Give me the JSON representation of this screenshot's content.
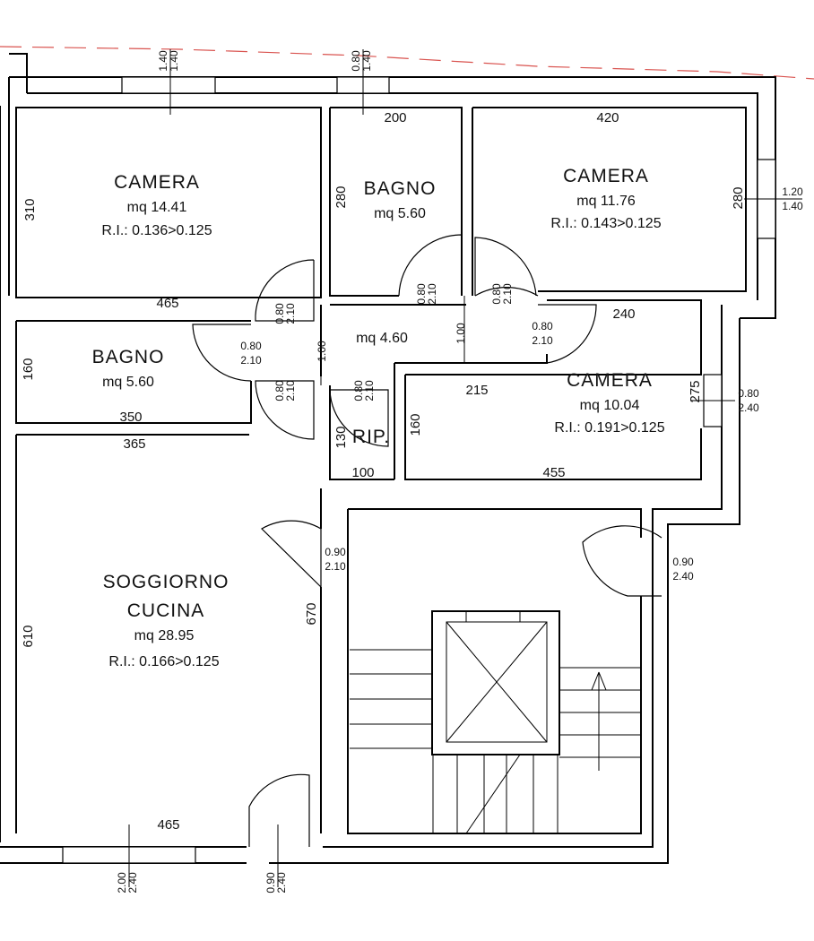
{
  "rooms": {
    "camera_nw": {
      "name": "CAMERA",
      "area": "mq  14.41",
      "ri": "R.I.: 0.136>0.125"
    },
    "bagno_n": {
      "name": "BAGNO",
      "area": "mq  5.60"
    },
    "camera_ne": {
      "name": "CAMERA",
      "area": "mq  11.76",
      "ri": "R.I.: 0.143>0.125"
    },
    "bagno_w": {
      "name": "BAGNO",
      "area": "mq  5.60"
    },
    "corridor": {
      "area": "mq  4.60"
    },
    "camera_e": {
      "name": "CAMERA",
      "area": "mq  10.04",
      "ri": "R.I.: 0.191>0.125"
    },
    "soggiorno": {
      "name1": "SOGGIORNO",
      "name2": "CUCINA",
      "area": "mq  28.95",
      "ri": "R.I.: 0.166>0.125"
    },
    "rip": {
      "name": "RIP."
    }
  },
  "dims": {
    "d200": "200",
    "d420": "420",
    "d310": "310",
    "d280a": "280",
    "d280b": "280",
    "d465a": "465",
    "d240": "240",
    "d160a": "160",
    "d350": "350",
    "d365": "365",
    "d215": "215",
    "d275": "275",
    "d160b": "160",
    "d130": "130",
    "d100": "100",
    "d455": "455",
    "d610": "610",
    "d670": "670",
    "d465b": "465",
    "d100v_a": "1.00",
    "d100v_b": "1.00"
  },
  "openings": {
    "w_top1": {
      "a": "1.40",
      "b": "1.40"
    },
    "w_top2": {
      "a": "0.80",
      "b": "1.40"
    },
    "w_right1": {
      "a": "1.20",
      "b": "1.40"
    },
    "w_right2": {
      "a": "0.80",
      "b": "2.40"
    },
    "d_bagno_n": {
      "a": "0.80",
      "b": "2.10"
    },
    "d_cam_ne": {
      "a": "0.80",
      "b": "2.10"
    },
    "d_cam_nw": {
      "a": "0.80",
      "b": "2.10"
    },
    "d_bagno_w": {
      "a": "0.80",
      "b": "2.10"
    },
    "d_bagno_w2": {
      "a": "0.80",
      "b": "2.10"
    },
    "d_cam_e": {
      "a": "0.80",
      "b": "2.10"
    },
    "d_rip": {
      "a": "0.80",
      "b": "2.10"
    },
    "d_entry": {
      "a": "0.90",
      "b": "2.10"
    },
    "d_stair": {
      "a": "0.90",
      "b": "2.40"
    },
    "w_bottom1": {
      "a": "2.00",
      "b": "2.40"
    },
    "w_bottom2": {
      "a": "0.90",
      "b": "2.40"
    }
  }
}
